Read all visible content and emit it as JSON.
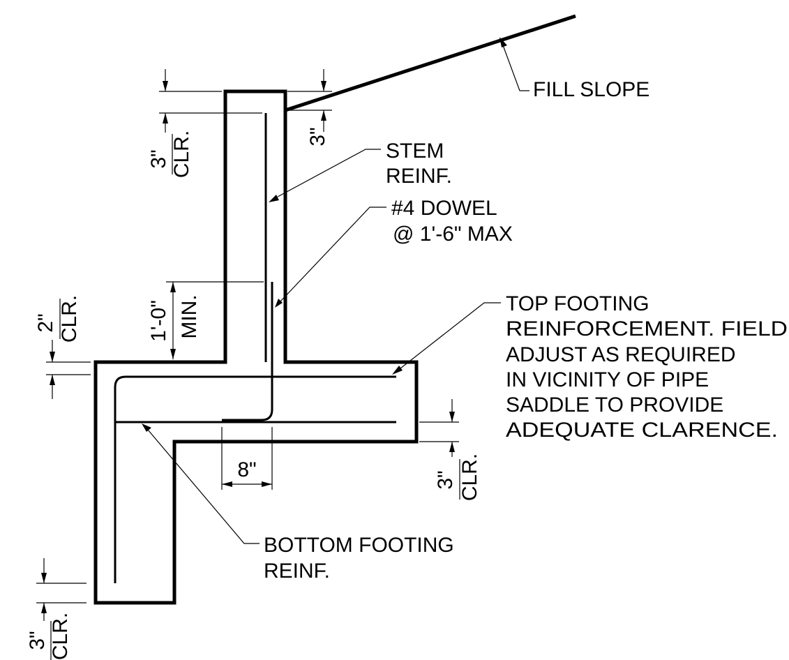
{
  "labels": {
    "fill_slope": "FILL SLOPE",
    "stem_reinf": [
      "STEM",
      "REINF."
    ],
    "dowel": [
      "#4 DOWEL",
      "@ 1'-6\" MAX"
    ],
    "top_footing": [
      "TOP FOOTING",
      "REINFORCEMENT. FIELD",
      "ADJUST AS REQUIRED",
      "IN VICINITY OF PIPE",
      "SADDLE TO PROVIDE",
      "ADEQUATE CLARENCE."
    ],
    "bottom_footing": [
      "BOTTOM FOOTING",
      "REINF."
    ]
  },
  "dimensions": {
    "stem_top_clear": {
      "value": "3\"",
      "unit": "CLR."
    },
    "stem_side_clear": {
      "value": "3\""
    },
    "dowel_embed": {
      "value": "1'-0\"",
      "unit": "MIN."
    },
    "footing_top_clear": {
      "value": "2\"",
      "unit": "CLR."
    },
    "hook_extension": {
      "value": "8\""
    },
    "toe_clear": {
      "value": "3\"",
      "unit": "CLR."
    },
    "heel_bottom_clear": {
      "value": "3\"",
      "unit": "CLR."
    }
  }
}
